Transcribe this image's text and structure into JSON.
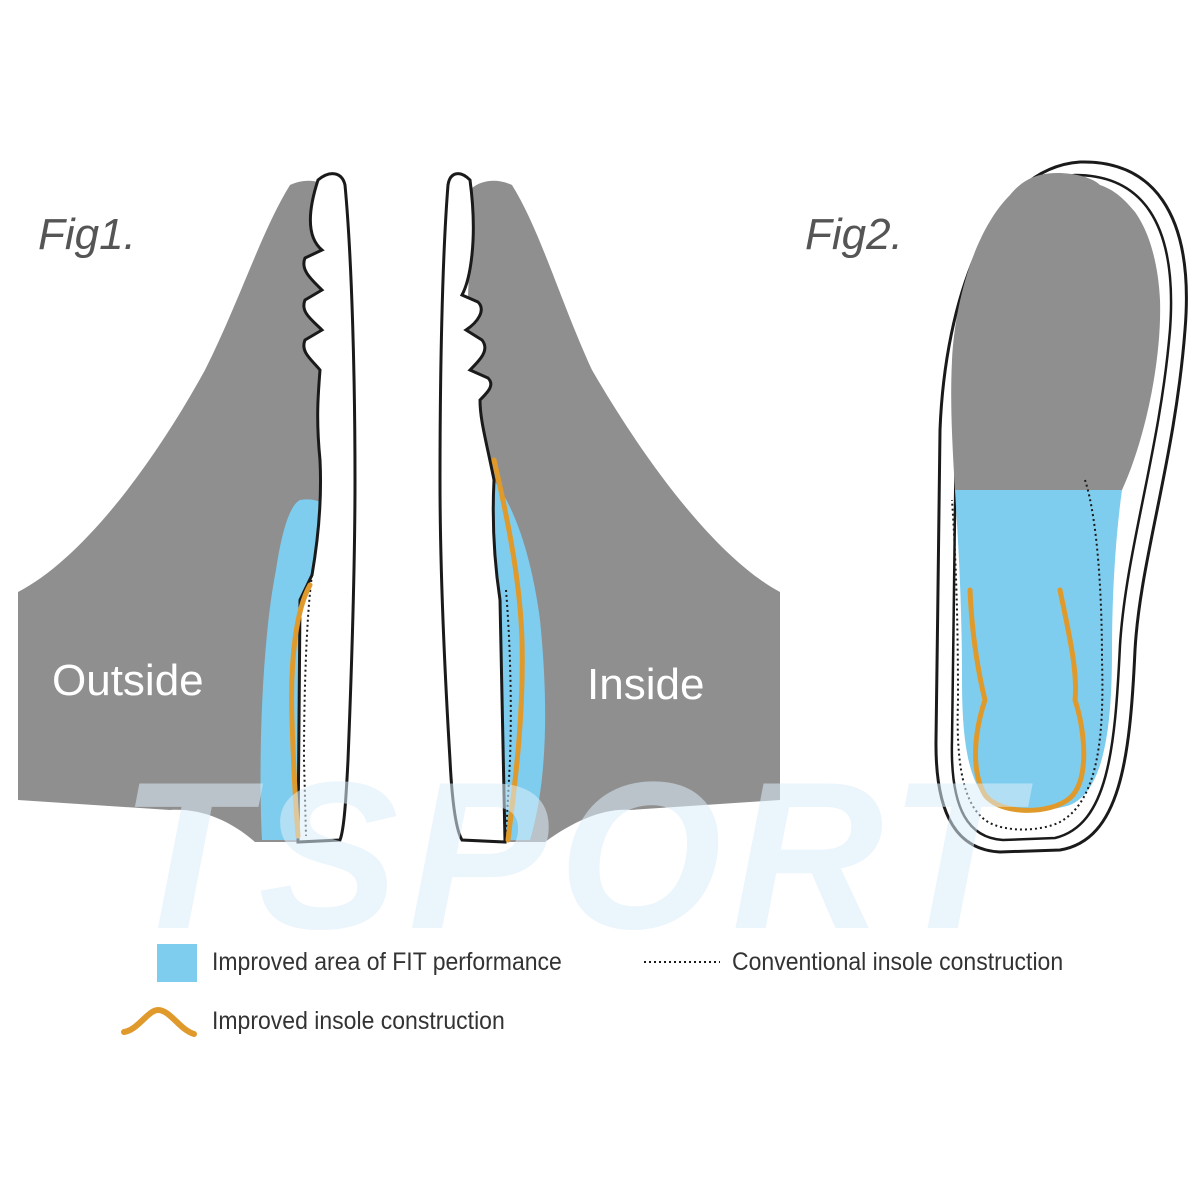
{
  "figures": {
    "fig1_label": "Fig1.",
    "fig2_label": "Fig2.",
    "outside_label": "Outside",
    "inside_label": "Inside"
  },
  "watermark": "TSPORT",
  "legend": {
    "fit_area": "Improved area of FIT performance",
    "improved_insole": "Improved insole construction",
    "conventional_insole": "Conventional insole construction"
  },
  "colors": {
    "foot_gray": "#8f8f8f",
    "fit_blue": "#7fcdee",
    "insole_orange": "#e09a2b",
    "outline_black": "#1a1a1a"
  }
}
